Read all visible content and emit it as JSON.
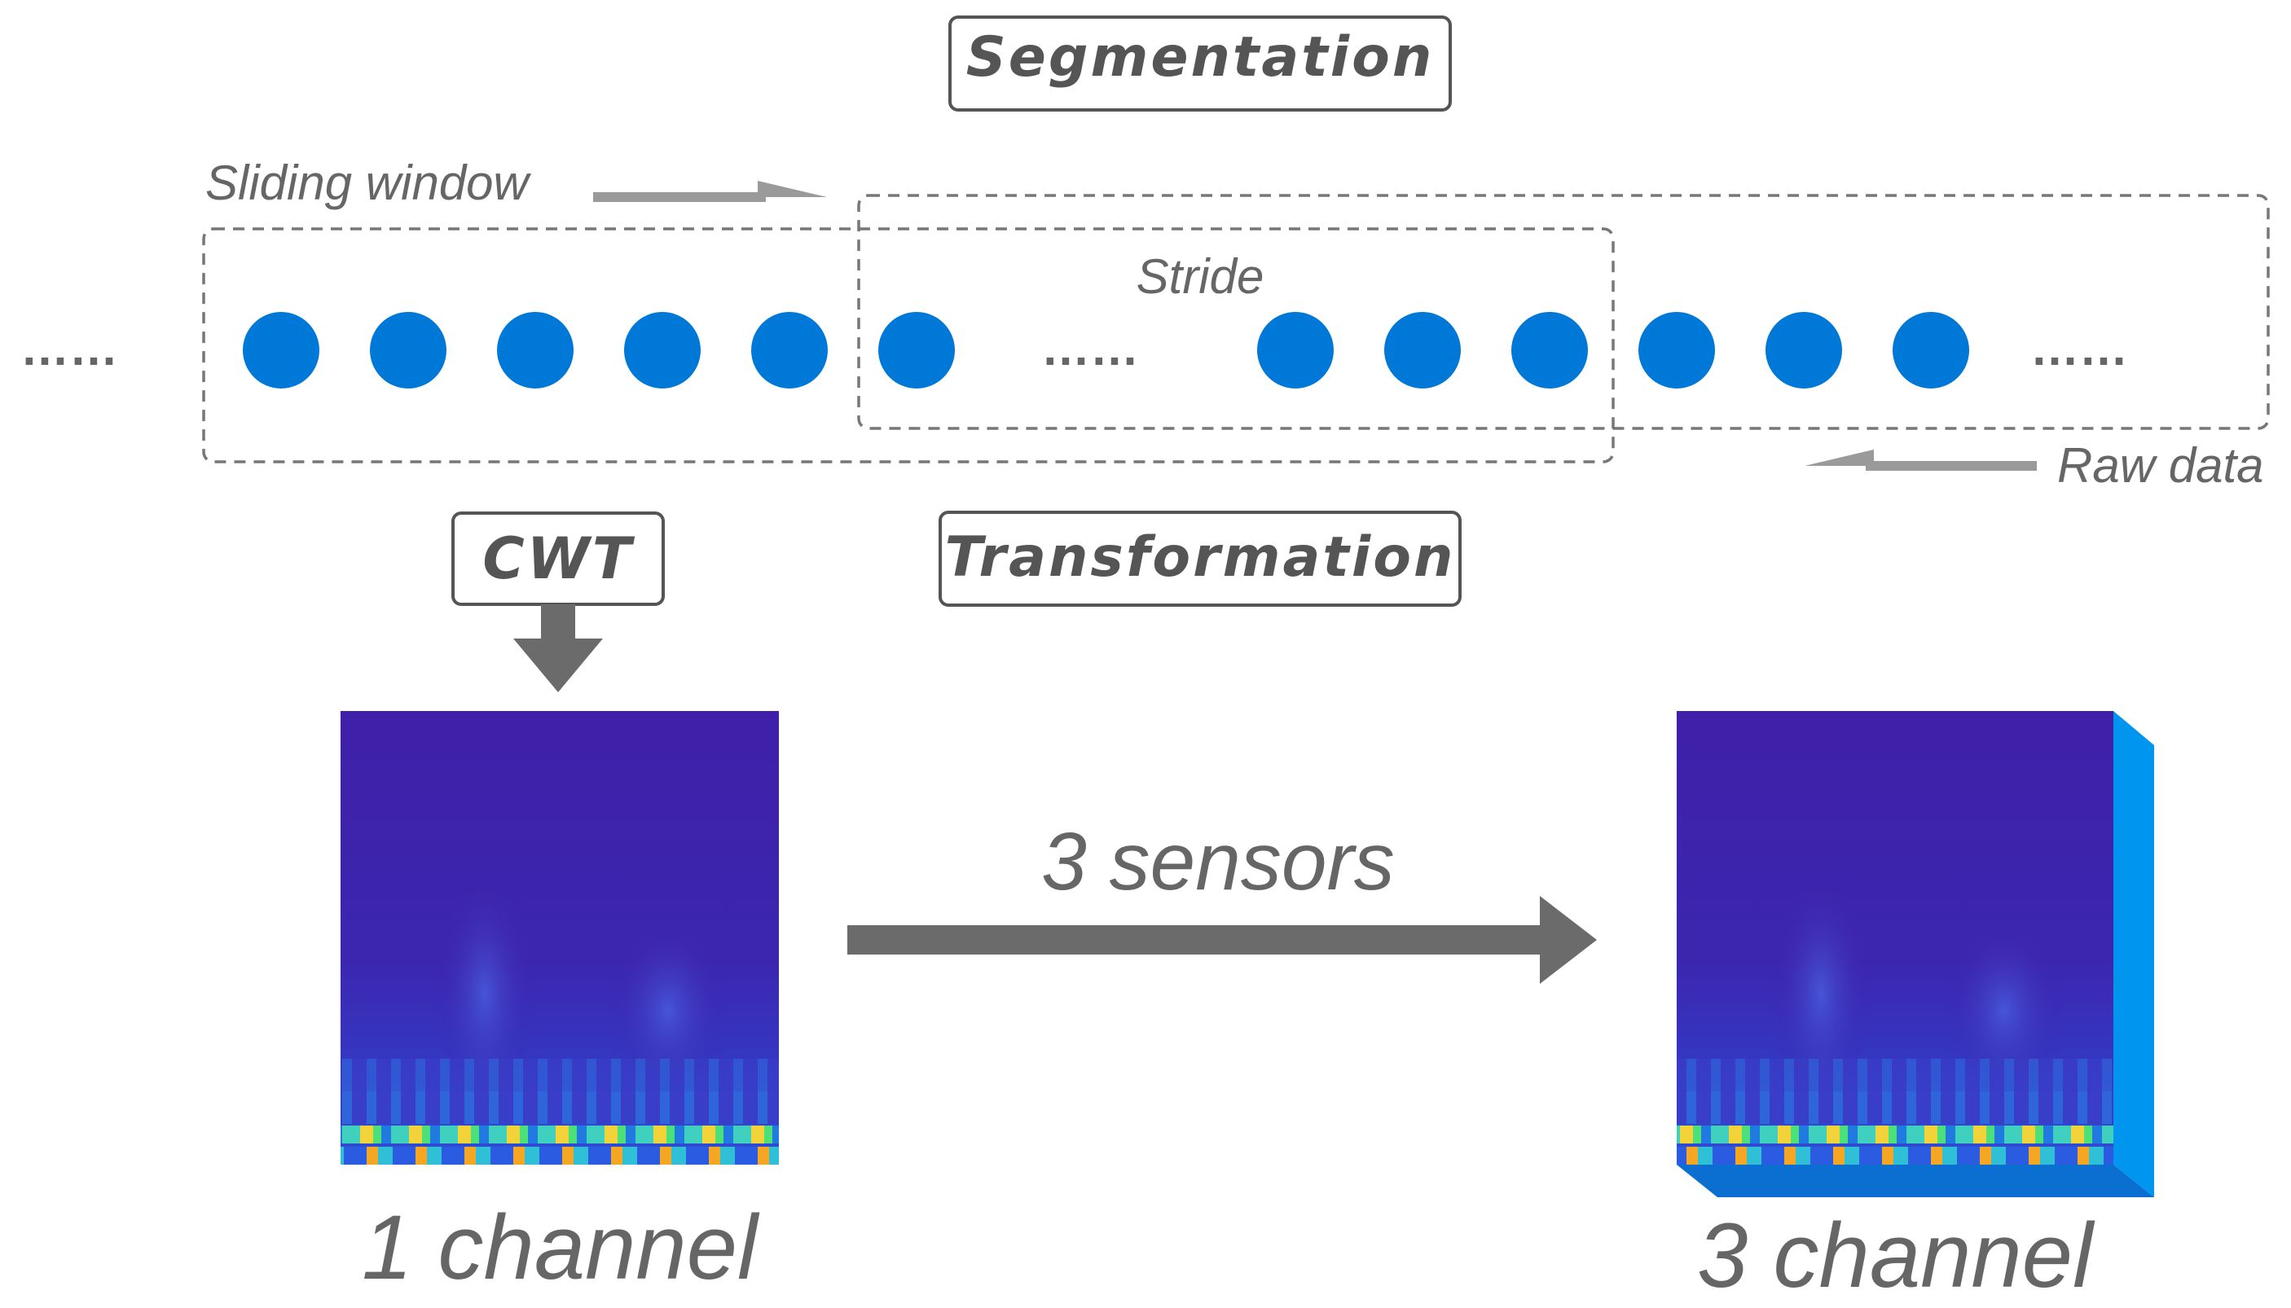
{
  "labels": {
    "segmentation": "Segmentation",
    "sliding_window": "Sliding window",
    "stride": "Stride",
    "raw_data": "Raw data",
    "cwt": "CWT",
    "transformation": "Transformation",
    "sensors": "3 sensors",
    "one_channel": "1 channel",
    "three_channel": "3 channel"
  },
  "ellipsis": "……",
  "colors": {
    "dot": "#0078D7",
    "box_stroke": "#555555",
    "dashed": "#777777",
    "arrow": "#6B6B6B",
    "light_arrow": "#9A9A9A",
    "spectrogram_bg": "#3F20A8",
    "cube_side": "#0096F0",
    "cube_bottom": "#0A6FD0"
  },
  "icons": [
    "down-arrow-icon",
    "right-arrow-icon",
    "left-arrow-icon"
  ]
}
